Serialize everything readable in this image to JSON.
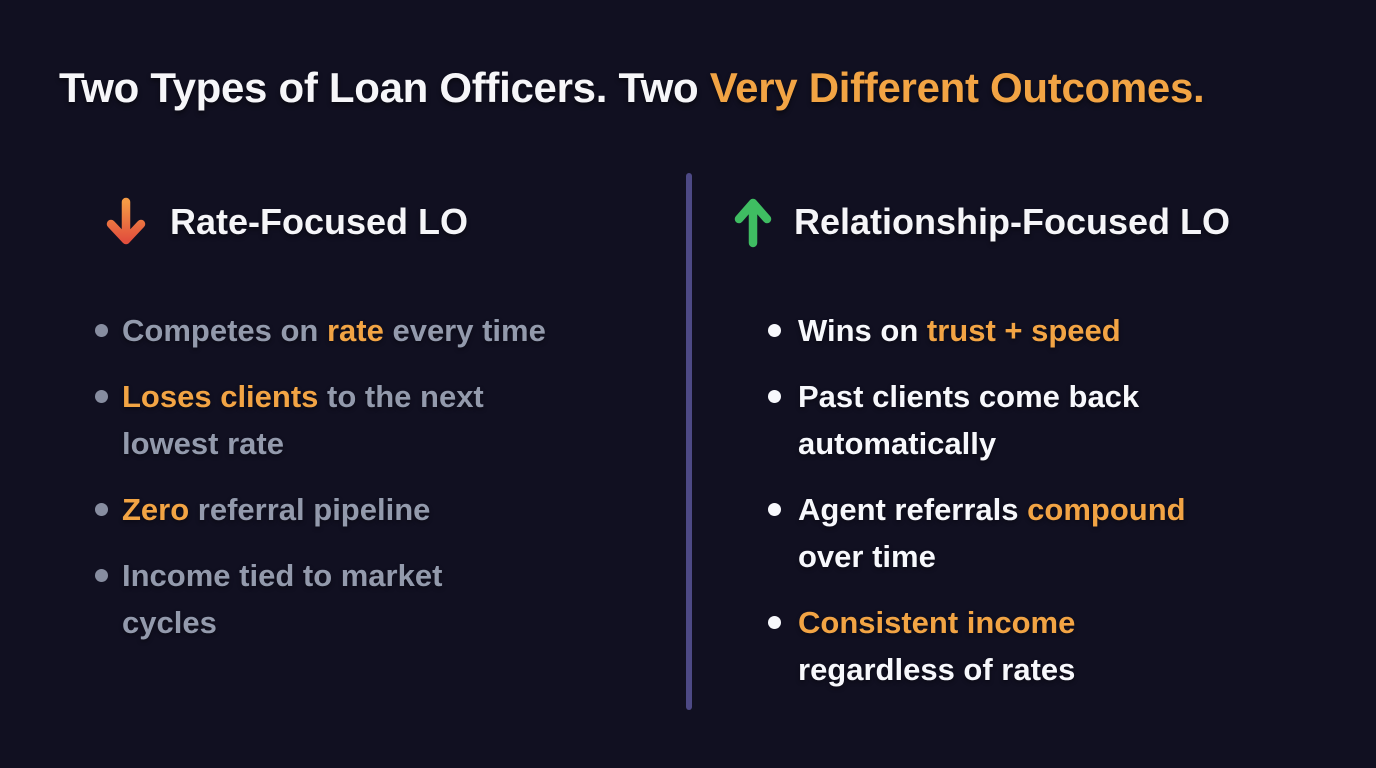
{
  "title": {
    "plain": "Two Types of Loan Officers. Two ",
    "highlight": "Very Different Outcomes."
  },
  "columns": [
    {
      "id": "rate-focused",
      "icon": "down-arrow-icon",
      "heading": "Rate-Focused LO",
      "bullets": [
        {
          "lines": [
            [
              {
                "t": "Competes on ",
                "s": "gray"
              },
              {
                "t": "rate",
                "s": "orange"
              },
              {
                "t": " every time",
                "s": "gray"
              }
            ]
          ]
        },
        {
          "lines": [
            [
              {
                "t": "Loses clients",
                "s": "orange"
              },
              {
                "t": " to the next",
                "s": "gray"
              }
            ],
            [
              {
                "t": "lowest rate",
                "s": "gray"
              }
            ]
          ]
        },
        {
          "lines": [
            [
              {
                "t": "Zero",
                "s": "orange"
              },
              {
                "t": " referral pipeline",
                "s": "gray"
              }
            ]
          ]
        },
        {
          "lines": [
            [
              {
                "t": "Income tied to market",
                "s": "gray"
              }
            ],
            [
              {
                "t": "cycles",
                "s": "gray"
              }
            ]
          ]
        }
      ]
    },
    {
      "id": "relationship-focused",
      "icon": "up-arrow-icon",
      "heading": "Relationship-Focused LO",
      "bullets": [
        {
          "lines": [
            [
              {
                "t": "Wins on ",
                "s": "white"
              },
              {
                "t": "trust + speed",
                "s": "orange"
              }
            ]
          ]
        },
        {
          "lines": [
            [
              {
                "t": "Past clients come back",
                "s": "white"
              }
            ],
            [
              {
                "t": "automatically",
                "s": "white"
              }
            ]
          ]
        },
        {
          "lines": [
            [
              {
                "t": "Agent referrals ",
                "s": "white"
              },
              {
                "t": "compound",
                "s": "orange"
              }
            ],
            [
              {
                "t": "over time",
                "s": "white"
              }
            ]
          ]
        },
        {
          "lines": [
            [
              {
                "t": "Consistent income",
                "s": "orange"
              }
            ],
            [
              {
                "t": " regardless of rates",
                "s": "white"
              }
            ]
          ]
        }
      ]
    }
  ],
  "colors": {
    "background": "#111021",
    "orange": "#f2a444",
    "gray-text": "#939aac",
    "white-text": "#f7f8fc",
    "divider": "#4d4985",
    "arrow-up-green": "#3fbd62",
    "arrow-down-top": "#f49a45",
    "arrow-down-bottom": "#e2503d"
  }
}
